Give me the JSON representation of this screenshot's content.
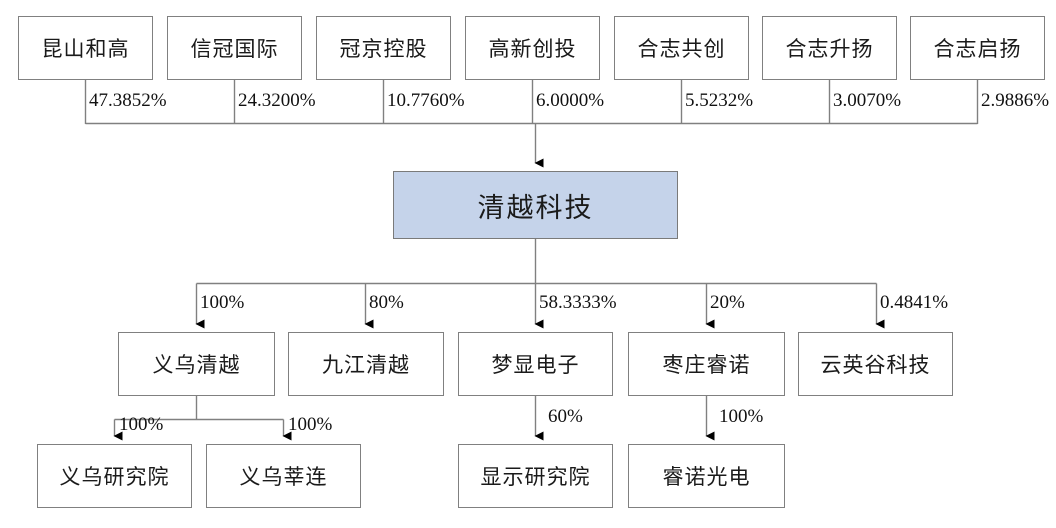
{
  "diagram": {
    "type": "ownership-structure-chart",
    "root": {
      "name": "清越科技",
      "fill_color": "#c5d3ea",
      "border_color": "#7a7a7a"
    },
    "shareholders": [
      {
        "name": "昆山和高",
        "percent": "47.3852%"
      },
      {
        "name": "信冠国际",
        "percent": "24.3200%"
      },
      {
        "name": "冠京控股",
        "percent": "10.7760%"
      },
      {
        "name": "高新创投",
        "percent": "6.0000%"
      },
      {
        "name": "合志共创",
        "percent": "5.5232%"
      },
      {
        "name": "合志升扬",
        "percent": "3.0070%"
      },
      {
        "name": "合志启扬",
        "percent": "2.9886%"
      }
    ],
    "subsidiaries": [
      {
        "name": "义乌清越",
        "percent": "100%"
      },
      {
        "name": "九江清越",
        "percent": "80%"
      },
      {
        "name": "梦显电子",
        "percent": "58.3333%"
      },
      {
        "name": "枣庄睿诺",
        "percent": "20%"
      },
      {
        "name": "云英谷科技",
        "percent": "0.4841%"
      }
    ],
    "sub_subsidiaries": [
      {
        "name": "义乌研究院",
        "percent": "100%",
        "parent": "义乌清越"
      },
      {
        "name": "义乌莘连",
        "percent": "100%",
        "parent": "义乌清越"
      },
      {
        "name": "显示研究院",
        "percent": "60%",
        "parent": "梦显电子"
      },
      {
        "name": "睿诺光电",
        "percent": "100%",
        "parent": "枣庄睿诺"
      }
    ],
    "line_color": "#808080",
    "arrow_color": "#000000"
  }
}
